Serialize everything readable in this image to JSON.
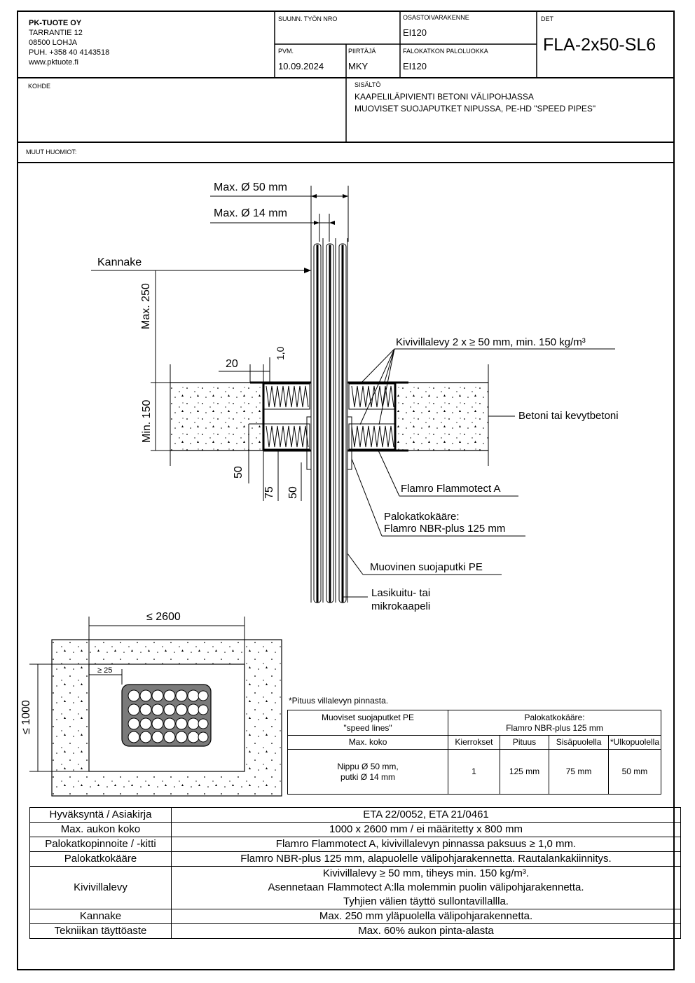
{
  "company": {
    "name": "PK-TUOTE OY",
    "address": "TARRANTIE 12",
    "postal": "08500 LOHJA",
    "phone": "PUH. +358 40 4143518",
    "web": "www.pktuote.fi"
  },
  "title_block": {
    "work_no_label": "SUUNN. TYÖN NRO",
    "work_no": "",
    "section_label": "OSASTOIVARAKENNE",
    "section": "EI120",
    "det_label": "DET",
    "det": "FLA-2x50-SL6",
    "date_label": "PVM.",
    "date": "10.09.2024",
    "drawn_label": "PIIRTÄJÄ",
    "drawn": "MKY",
    "fire_class_label": "FALOKATKON PALOLUOKKA",
    "fire_class": "EI120",
    "target_label": "KOHDE",
    "content_label": "SISÄLTÖ",
    "content_line1": "KAAPELILÄPIVIENTI BETONI VÄLIPOHJASSA",
    "content_line2": "MUOVISET SUOJAPUTKET NIPUSSA, PE-HD \"SPEED PIPES\"",
    "notes_label": "MUUT HUOMIOT:"
  },
  "drawing": {
    "max_d50": "Max. Ø 50 mm",
    "max_d14": "Max. Ø 14 mm",
    "kannake": "Kannake",
    "max250": "Max. 250",
    "min150": "Min. 150",
    "dim20": "20",
    "dim10": "1,0",
    "dim50a": "50",
    "dim75": "75",
    "dim50b": "50",
    "kivivilla": "Kivivillalevy 2 x ≥ 50 mm, min. 150 kg/m³",
    "betoni": "Betoni tai kevytbetoni",
    "flammotect": "Flamro Flammotect A",
    "palokatko1": "Palokatkokääre:",
    "palokatko2": "Flamro NBR-plus 125 mm",
    "suojaputki": "Muovinen suojaputki PE",
    "lasikuitu1": "Lasikuitu- tai",
    "lasikuitu2": "mikrokaapeli",
    "dim2600": "≤ 2600",
    "dim1000": "≤ 1000",
    "dim25": "≥ 25"
  },
  "small_table": {
    "note": "*Pituus villalevyn pinnasta.",
    "h1a": "Muoviset suojaputket PE",
    "h1b": "\"speed lines\"",
    "h2a": "Palokatkokääre:",
    "h2b": "Flamro NBR-plus 125 mm",
    "c_max": "Max. koko",
    "c_kierr": "Kierrokset",
    "c_pituus": "Pituus",
    "c_sisa": "Sisäpuolella",
    "c_ulko": "*Ulkopuolella",
    "r_size1": "Nippu Ø 50 mm,",
    "r_size2": "putki Ø 14 mm",
    "r_kierr": "1",
    "r_pituus": "125 mm",
    "r_sisa": "75 mm",
    "r_ulko": "50 mm"
  },
  "spec_table": [
    {
      "key": "Hyväksyntä / Asiakirja",
      "value": "ETA 22/0052, ETA 21/0461"
    },
    {
      "key": "Max. aukon koko",
      "value": "1000 x 2600 mm / ei määritetty x 800 mm"
    },
    {
      "key": "Palokatkopinnoite / -kitti",
      "value": "Flamro Flammotect A, kivivillalevyn pinnassa paksuus ≥ 1,0 mm."
    },
    {
      "key": "Palokatkokääre",
      "value": "Flamro NBR-plus 125 mm, alapuolelle välipohjarakennetta. Rautalankakiinnitys."
    },
    {
      "key": "Kivivillalevy",
      "value1": "Kivivillalevy ≥ 50 mm, tiheys min. 150 kg/m³.",
      "value2": "Asennetaan Flammotect A:lla molemmin puolin välipohjarakennetta.",
      "value3": "Tyhjien välien täyttö sullontavillallla."
    },
    {
      "key": "Kannake",
      "value": "Max. 250 mm yläpuolella välipohjarakennetta."
    },
    {
      "key": "Tekniikan täyttöaste",
      "value": "Max. 60% aukon pinta-alasta"
    }
  ]
}
